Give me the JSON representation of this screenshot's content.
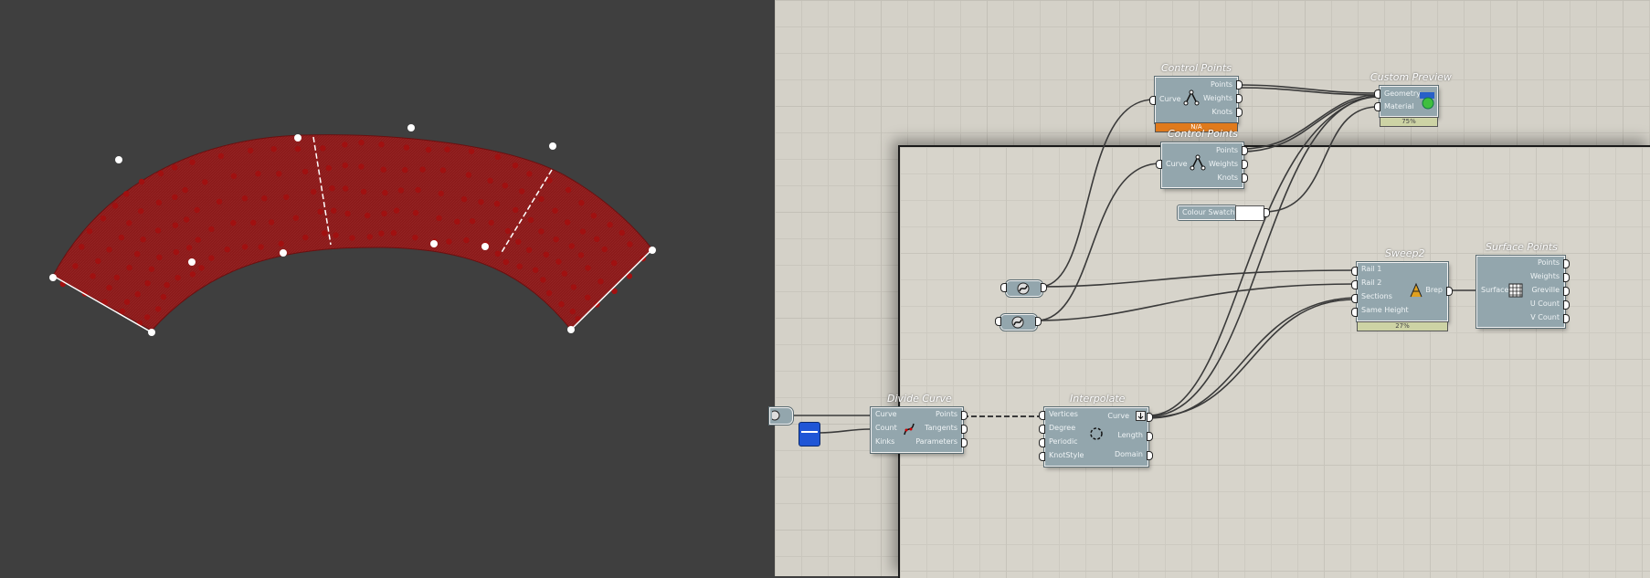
{
  "viewport": {
    "surface_color": "#8b1a1a",
    "point_color": "#a11010",
    "marker_color": "#ffffff",
    "background": "#3f3f3f"
  },
  "canvas": {
    "background": "#d4d1c8",
    "components": {
      "control_points_1": {
        "title": "Control Points",
        "inputs": [
          "Curve"
        ],
        "outputs": [
          "Points",
          "Weights",
          "Knots"
        ],
        "bar_color": "#e07a1c",
        "bar_label": "N/A"
      },
      "control_points_2": {
        "title": "Control Points",
        "inputs": [
          "Curve"
        ],
        "outputs": [
          "Points",
          "Weights",
          "Knots"
        ]
      },
      "custom_preview": {
        "title": "Custom Preview",
        "inputs": [
          "Geometry",
          "Material"
        ],
        "bar_label": "75%"
      },
      "colour_swatch": {
        "label": "Colour Swatch",
        "swatch_color": "#ffffff"
      },
      "sweep2": {
        "title": "Sweep2",
        "inputs": [
          "Rail 1",
          "Rail 2",
          "Sections",
          "Same Height"
        ],
        "outputs": [
          "Brep"
        ],
        "bar_label": "27%"
      },
      "surface_points": {
        "title": "Surface Points",
        "inputs": [
          "Surface"
        ],
        "outputs": [
          "Points",
          "Weights",
          "Greville",
          "U Count",
          "V Count"
        ]
      },
      "divide_curve": {
        "title": "Divide Curve",
        "inputs": [
          "Curve",
          "Count",
          "Kinks"
        ],
        "outputs": [
          "Points",
          "Tangents",
          "Parameters"
        ]
      },
      "interpolate": {
        "title": "Interpolate",
        "inputs": [
          "Vertices",
          "Degree",
          "Periodic",
          "KnotStyle"
        ],
        "outputs": [
          "Curve",
          "Length",
          "Domain"
        ]
      }
    }
  }
}
